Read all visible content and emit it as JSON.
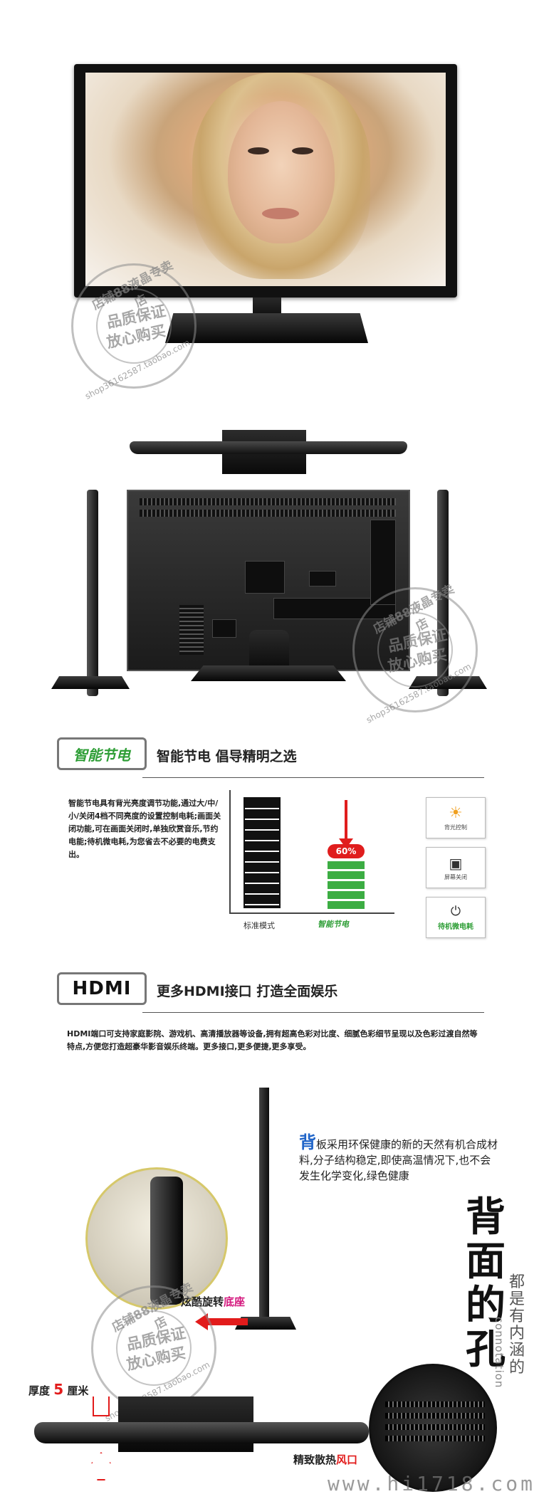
{
  "watermark": {
    "ring_top": "店铺88液晶专卖店",
    "ring_bottom": "shop36162587.taobao.com",
    "line1": "品质保证",
    "line2": "放心购买"
  },
  "energy": {
    "badge": "智能节电",
    "title": "智能节电  倡导精明之选",
    "paragraph": "智能节电具有背光亮度调节功能,通过大/中/小/关闭4档不同亮度的设置控制电耗;画面关闭功能,可在画面关闭时,单独欣赏音乐,节约电能;待机微电耗,为您省去不必要的电费支出。",
    "percent": "60%",
    "standard_label": "标准模式",
    "smart_label": "智能节电",
    "icons": [
      {
        "name": "背光控制"
      },
      {
        "name": "屏幕关闭"
      },
      {
        "name": "待机微电耗"
      }
    ]
  },
  "hdmi": {
    "badge": "HDMI",
    "title": "更多HDMI接口  打造全面娱乐",
    "paragraph": "HDMI端口可支持家庭影院、游戏机、高清播放器等设备,拥有超高色彩对比度、细腻色彩细节呈现以及色彩过渡自然等特点,方便您打造超豪华影音娱乐终端。更多接口,更多便捷,更多享受。"
  },
  "back": {
    "lead_char": "背",
    "text": "板采用环保健康的新的天然有机合成材料,分子结构稳定,即使高温情况下,也不会发生化学变化,绿色健康",
    "rotating_base_a": "炫酷旋转",
    "rotating_base_b": "底座",
    "thickness_a": "厚度",
    "thickness_num": "5",
    "thickness_b": "厘米",
    "vent_a": "精致散热",
    "vent_b": "风口",
    "vertical_big": [
      "背",
      "面",
      "的",
      "孔"
    ],
    "vertical_small": [
      "都",
      "是",
      "有",
      "内",
      "涵",
      "的"
    ],
    "vertical_en": "connotation"
  },
  "site_watermark": "www.hi1718.com"
}
